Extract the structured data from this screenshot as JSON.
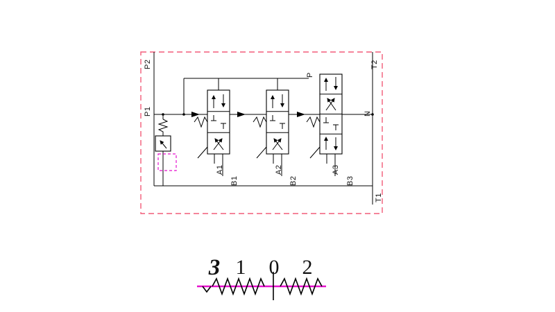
{
  "ports": {
    "P2": "P2",
    "P1": "P1",
    "T2": "T2",
    "T1": "T1",
    "P": "P",
    "N": "N"
  },
  "work_ports": {
    "A1": "A1",
    "B1": "B1",
    "A2": "A2",
    "B2": "B2",
    "A3": "A3",
    "B3": "B3"
  },
  "legend": {
    "pos3": "3",
    "pos1": "1",
    "pos0": "0",
    "pos2": "2"
  },
  "colors": {
    "boundary_dashed": "#f25b78",
    "magenta_accent": "#e711ce",
    "line": "#000000",
    "background": "#ffffff"
  }
}
